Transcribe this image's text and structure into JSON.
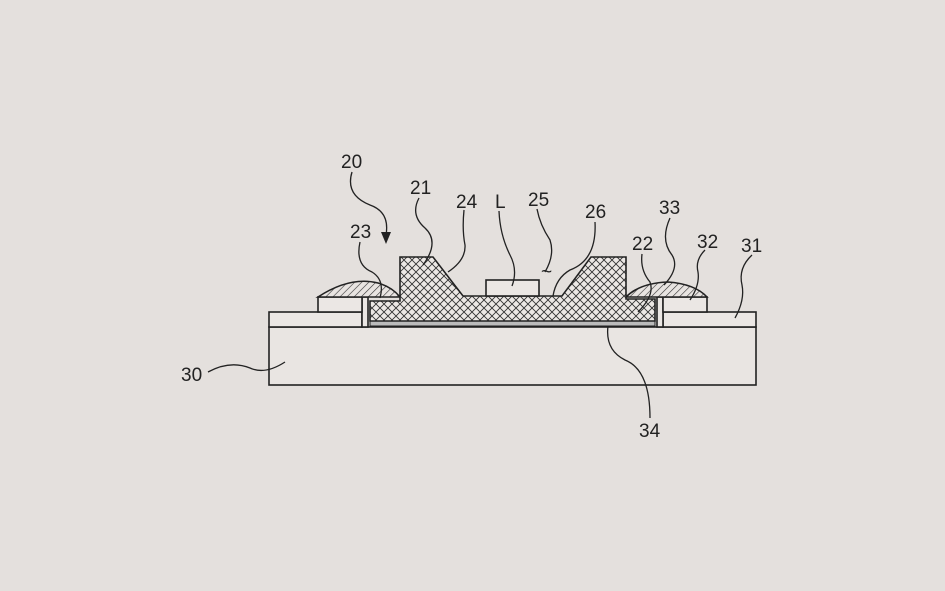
{
  "figure": {
    "labels": {
      "l20": "20",
      "l21": "21",
      "l22": "22",
      "l23": "23",
      "l24": "24",
      "l25": "25",
      "l26": "26",
      "l30": "30",
      "l31": "31",
      "l32": "32",
      "l33": "33",
      "l34": "34",
      "lL": "L",
      "tilde": "~"
    }
  }
}
